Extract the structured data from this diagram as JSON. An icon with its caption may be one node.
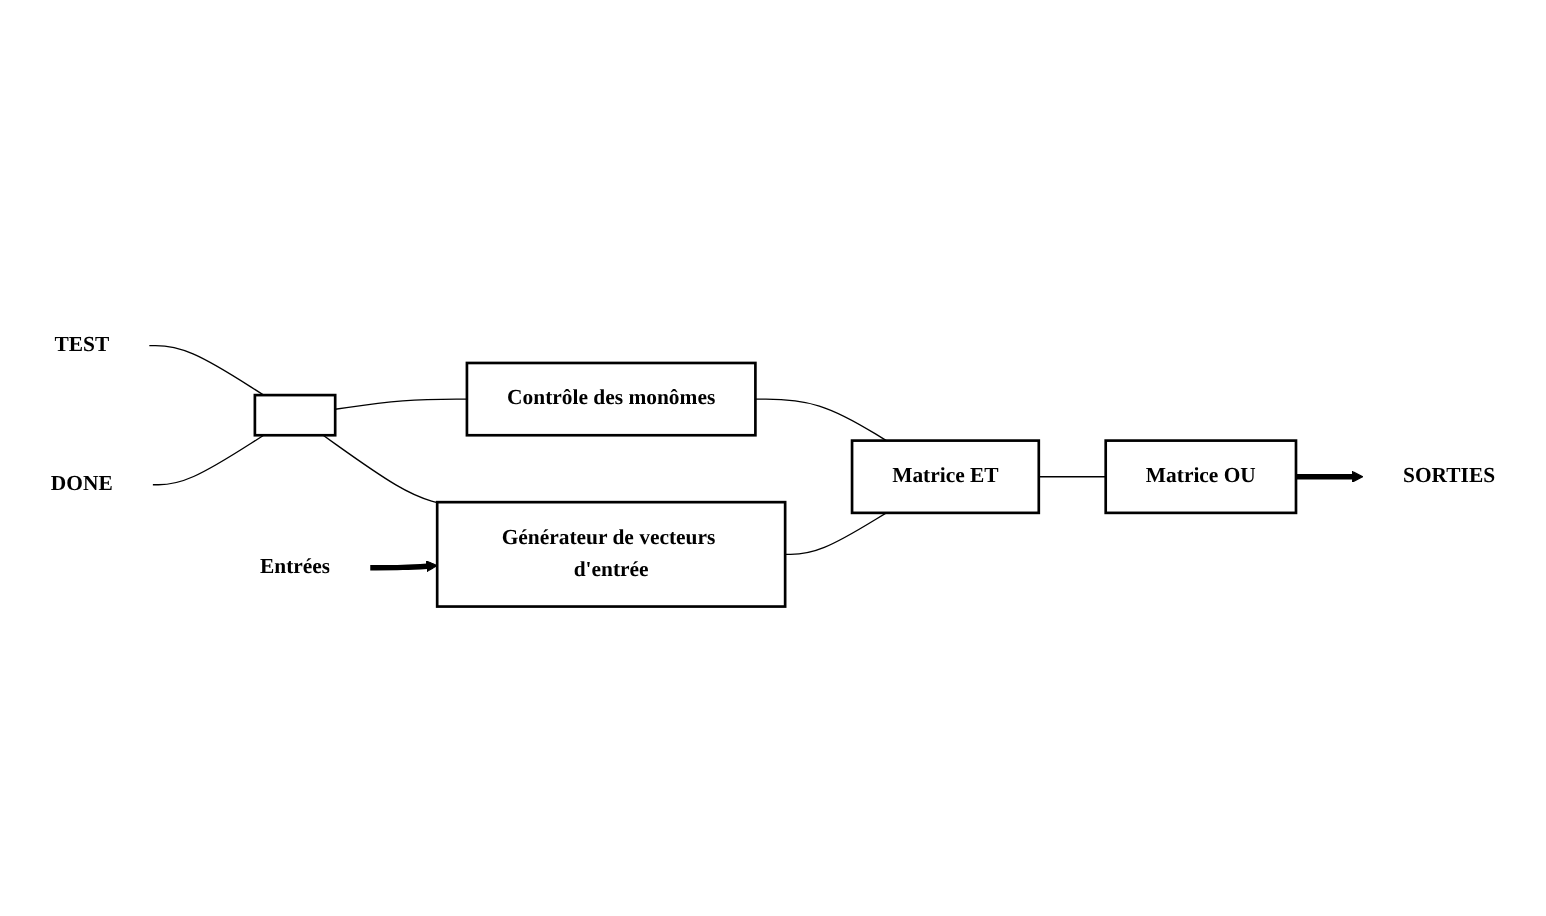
{
  "diagram": {
    "nodes": [
      {
        "text": [
          "TEST"
        ]
      },
      {
        "text": [],
        "shape": "box"
      },
      {
        "text": [
          "Contrôle des monômes"
        ]
      },
      {
        "text": [
          "DONE"
        ]
      },
      {
        "text": [
          "Générateur de vecteurs d'entrée"
        ]
      },
      {
        "text": [
          "Matrice ET"
        ]
      },
      {
        "text": [
          "Entrées"
        ]
      },
      {
        "text": [
          "Matrice OU"
        ]
      },
      {
        "text": [
          "SORTIES"
        ]
      }
    ],
    "edges": [
      {
        "from": 0,
        "to": 1,
        "arrow": "none"
      },
      {
        "from": 3,
        "to": 1,
        "arrow": "none"
      },
      {
        "from": 1,
        "to": 2,
        "arrow": "none"
      },
      {
        "from": 1,
        "to": 4,
        "arrow": "none"
      },
      {
        "from": 6,
        "to": 4,
        "arrow": "to",
        "style": "thick"
      },
      {
        "from": 4,
        "to": 5,
        "arrow": "none"
      },
      {
        "from": 2,
        "to": 5,
        "arrow": "none"
      },
      {
        "from": 5,
        "to": 7,
        "arrow": "none"
      },
      {
        "from": 7,
        "to": 8,
        "arrow": "to",
        "style": "thick"
      }
    ]
  }
}
